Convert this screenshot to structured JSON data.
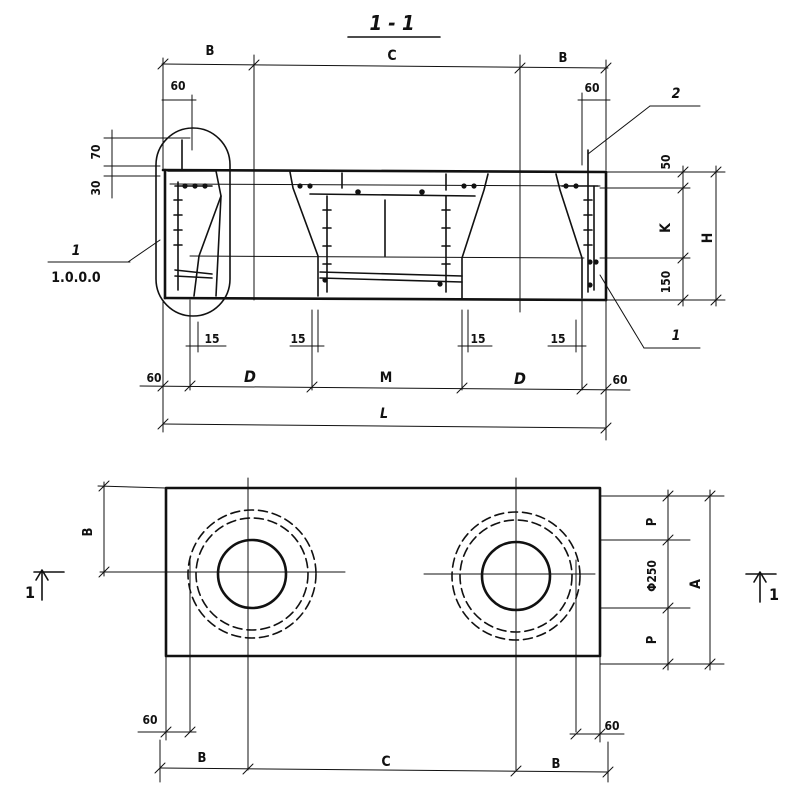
{
  "section_label": "1 - 1",
  "callouts": {
    "detail_number": "1",
    "detail_ref": "1.0.0.0",
    "item_2": "2",
    "item_1": "1"
  },
  "section_dims": {
    "top_B_left": "B",
    "top_C": "C",
    "top_B_right": "B",
    "top_60_left": "60",
    "top_60_right": "60",
    "left_70": "70",
    "left_30": "30",
    "right_50": "50",
    "right_K": "K",
    "right_150": "150",
    "right_H": "H",
    "gap_15_a": "15",
    "gap_15_b": "15",
    "gap_15_c": "15",
    "gap_15_d": "15",
    "bottom_60_left": "60",
    "bottom_D_left": "D",
    "bottom_M": "M",
    "bottom_D_right": "D",
    "bottom_60_right": "60",
    "bottom_L": "L"
  },
  "plan_dims": {
    "left_B": "B",
    "right_P_top": "P",
    "right_phi": "Φ250",
    "right_P_bottom": "P",
    "right_A": "A",
    "bottom_60_left": "60",
    "bottom_60_right": "60",
    "bottom_B_left": "B",
    "bottom_C": "C",
    "bottom_B_right": "B"
  },
  "section_markers": {
    "left": "1",
    "right": "1"
  }
}
